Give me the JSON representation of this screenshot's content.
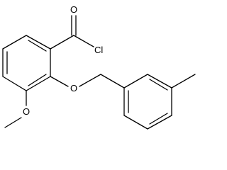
{
  "atoms": {
    "carbonyl_oxygen": "O",
    "chlorine": "Cl",
    "ether_oxygen": "O",
    "methoxy_oxygen": "O"
  }
}
